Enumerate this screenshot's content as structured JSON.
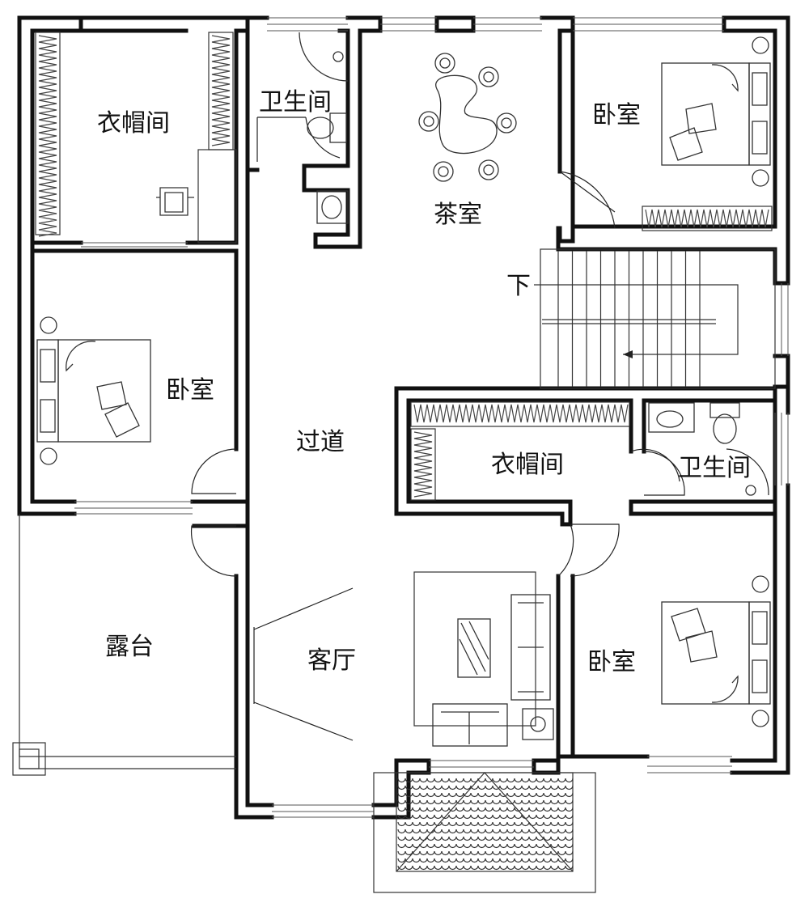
{
  "rooms": {
    "cloakroom_nw": "衣帽间",
    "bathroom_n": "卫生间",
    "tea_room": "茶室",
    "bedroom_ne": "卧室",
    "stairs_down": "下",
    "bedroom_w": "卧室",
    "corridor": "过道",
    "cloakroom_mid": "衣帽间",
    "bathroom_e": "卫生间",
    "terrace": "露台",
    "living_room": "客厅",
    "bedroom_se": "卧室"
  }
}
